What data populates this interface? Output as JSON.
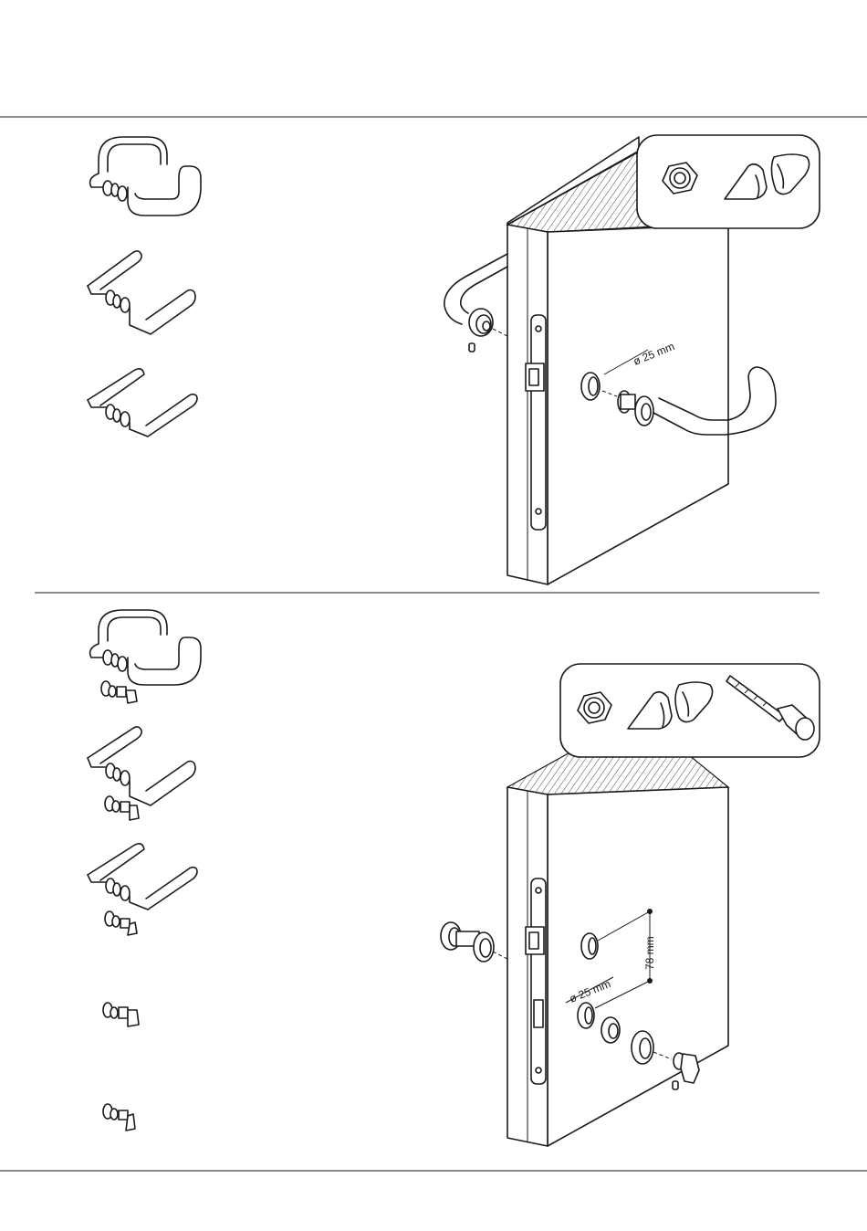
{
  "top_section": {
    "dimension_hole": "ø 25 mm",
    "hardware_icons": [
      "hex-nut",
      "triangle-rose-piece-a",
      "triangle-rose-piece-b"
    ],
    "handle_sets": [
      "u-shaped-handle-pair",
      "l-shaped-handle-pair",
      "flat-lever-handle-pair"
    ]
  },
  "bottom_section": {
    "dimension_hole": "ø 25 mm",
    "dimension_spacing": "78 mm",
    "hardware_icons": [
      "hex-nut",
      "triangle-rose-piece-a",
      "triangle-rose-piece-b",
      "fixing-bolt"
    ],
    "handle_sets": [
      "u-shaped-handle-pair-with-thumbturn",
      "l-shaped-handle-pair-with-thumbturn",
      "flat-lever-handle-pair-with-thumbturn",
      "thumbturn-single",
      "thumbturn-emergency"
    ]
  },
  "colors": {
    "line": "#1a1a1a",
    "background": "#ffffff",
    "hatch": "#1a1a1a"
  }
}
